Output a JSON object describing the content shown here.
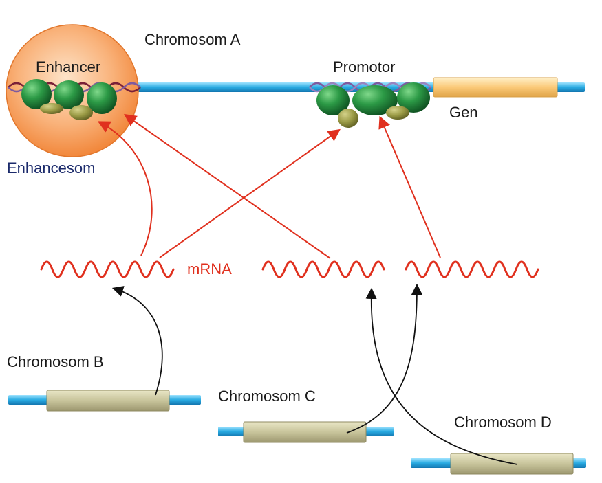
{
  "labels": {
    "chromosome_a": "Chromosom   A",
    "enhancer": "Enhancer",
    "promotor": "Promotor",
    "gene": "Gen",
    "enhancesome": "Enhancesom",
    "mrna": "mRNA",
    "chromosome_b": "Chromosom   B",
    "chromosome_c": "Chromosom   C",
    "chromosome_d": "Chromosom   D"
  },
  "colors": {
    "dna_line": "#29abe2",
    "gene_box": "#fbc978",
    "chromosome_gene": "#c8c49b",
    "enhancesome_fill": "#f79a4f",
    "protein_green": "#1f7d3a",
    "protein_olive": "#8a8a3a",
    "helix_purple": "#7f5a9e",
    "helix_maroon": "#7a2038",
    "mrna_red": "#e0301e",
    "arrow_red": "#e0301e",
    "arrow_black": "#111111",
    "enhancesome_text": "#1b2a6b"
  }
}
